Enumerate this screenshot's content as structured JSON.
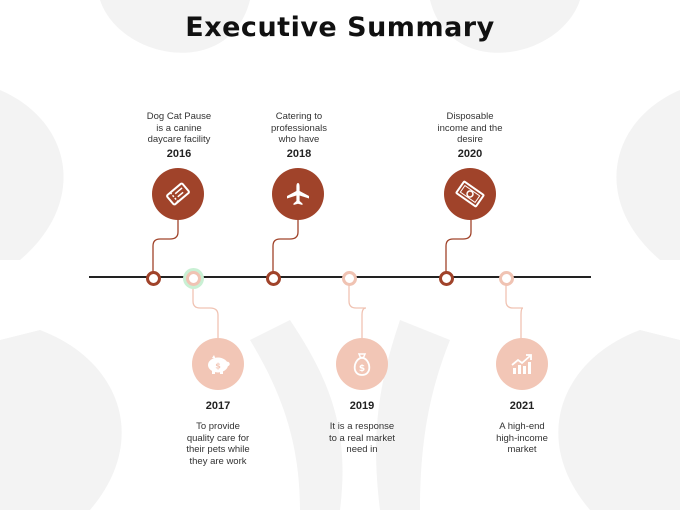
{
  "title": "Executive Summary",
  "colors": {
    "dark": "#a0432a",
    "light": "#f2c6b6",
    "line": "#222222"
  },
  "milestones": [
    {
      "year": "2016",
      "text_lines": [
        "Dog Cat Pause",
        "is a canine",
        "daycare facility"
      ],
      "icon": "ticket-icon"
    },
    {
      "year": "2017",
      "text_lines": [
        "To provide",
        "quality care for",
        "their pets while",
        "they are work"
      ],
      "icon": "piggy-bank-icon"
    },
    {
      "year": "2018",
      "text_lines": [
        "Catering to",
        "professionals",
        "who have"
      ],
      "icon": "airplane-icon"
    },
    {
      "year": "2019",
      "text_lines": [
        "It is a response",
        "to a real market",
        "need in"
      ],
      "icon": "money-bag-icon"
    },
    {
      "year": "2020",
      "text_lines": [
        "Disposable",
        "income and the",
        "desire"
      ],
      "icon": "banknote-icon"
    },
    {
      "year": "2021",
      "text_lines": [
        "A high-end",
        "high-income",
        "market"
      ],
      "icon": "growth-chart-icon"
    }
  ]
}
